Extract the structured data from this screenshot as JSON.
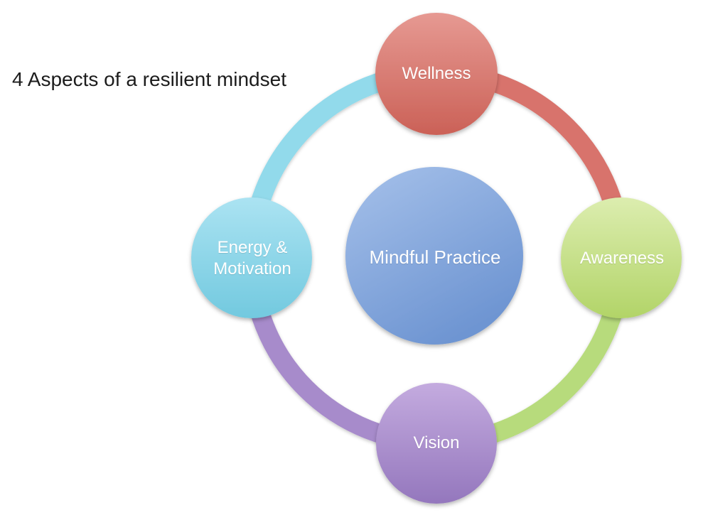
{
  "title": "4 Aspects of a resilient mindset",
  "background_color": "#ffffff",
  "label_text_color": "#ffffff",
  "diagram": {
    "type": "cycle",
    "center": {
      "label": "Mindful Practice",
      "gradient_top": "#a6c1ea",
      "gradient_bottom": "#6e95d2"
    },
    "nodes": [
      {
        "label": "Wellness",
        "position": "top",
        "gradient_top": "#e69992",
        "gradient_bottom": "#cb6157",
        "arc_color": "#d8736c"
      },
      {
        "label": "Awareness",
        "position": "right",
        "gradient_top": "#dcedaf",
        "gradient_bottom": "#b2d468",
        "arc_color": "#b7db7b"
      },
      {
        "label": "Vision",
        "position": "bottom",
        "gradient_top": "#c4abdf",
        "gradient_bottom": "#9477bd",
        "arc_color": "#a78bcb"
      },
      {
        "label": "Energy & Motivation",
        "position": "left",
        "gradient_top": "#abe3f2",
        "gradient_bottom": "#72c9df",
        "arc_color": "#92daeb"
      }
    ]
  }
}
